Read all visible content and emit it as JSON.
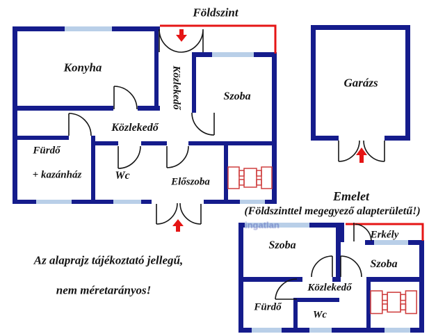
{
  "ground_floor": {
    "title": "Földszint",
    "rooms": {
      "konyha": "Konyha",
      "kozlekedo_corridor": "Közlekedő",
      "szoba": "Szoba",
      "kozlekedo_hall": "Közlekedő",
      "furdo_line1": "Fürdő",
      "furdo_line2": "+ kazánház",
      "wc": "Wc",
      "eloszoba": "Előszoba"
    }
  },
  "garage": {
    "label": "Garázs"
  },
  "upper_floor": {
    "title": "Emelet",
    "subtitle": "(Földszinttel megegyező alapterületű!)",
    "rooms": {
      "szoba_left": "Szoba",
      "erkely": "Erkély",
      "szoba_right": "Szoba",
      "kozlekedo": "Közlekedő",
      "furdo": "Fürdő",
      "wc": "Wc"
    }
  },
  "note": {
    "line1": "Az alaprajz tájékoztató jellegű,",
    "line2": "nem méretarányos!"
  },
  "watermark": "ingatlan",
  "colors": {
    "wall": "#151c8c",
    "window": "#b9cfe8",
    "entrance_red": "#e51515",
    "stairs_red": "#cf3f3f",
    "door_swing": "#151515"
  }
}
